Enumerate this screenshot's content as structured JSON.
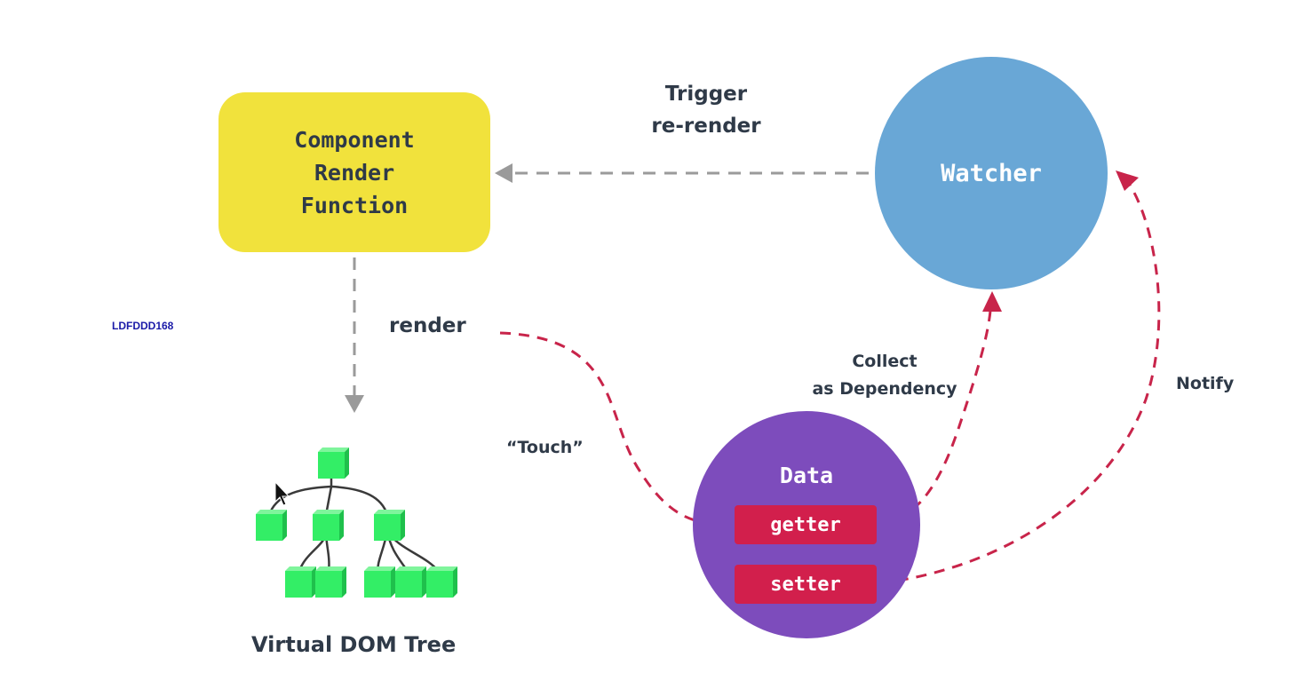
{
  "component": {
    "lines": [
      "Component",
      "Render",
      "Function"
    ]
  },
  "watcher": {
    "label": "Watcher"
  },
  "data_node": {
    "title": "Data",
    "getter": "getter",
    "setter": "setter"
  },
  "edges": {
    "trigger": [
      "Trigger",
      "re-render"
    ],
    "render": "render",
    "touch": "“Touch”",
    "collect": [
      "Collect",
      "as Dependency"
    ],
    "notify": "Notify"
  },
  "vdom": {
    "caption": "Virtual DOM Tree"
  },
  "watermark": "LDFDDD168",
  "colors": {
    "component": "#f1e23c",
    "watcher": "#69a7d6",
    "data": "#7d4cbc",
    "pill": "#d21f4c",
    "dep_arrow": "#c8244a",
    "trigger_arrow": "#9a9a9a",
    "tree_node": "#33ee66",
    "text": "#2f3a48"
  }
}
